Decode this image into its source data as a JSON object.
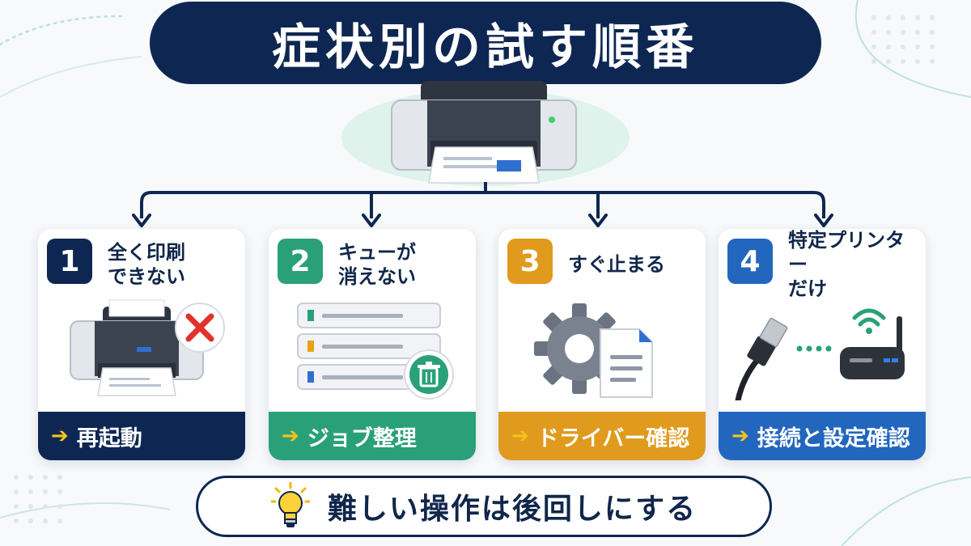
{
  "title": "症状別の試す順番",
  "colors": {
    "navy": "#0e2752",
    "green": "#2aa079",
    "orange": "#e09a1d",
    "blue": "#2366bd",
    "arrow_yellow": "#f5c31a"
  },
  "hero": {
    "icon": "printer-icon"
  },
  "steps": [
    {
      "number": "1",
      "symptom": "全く印刷\nできない",
      "action": "再起動",
      "icon": "printer-error-icon"
    },
    {
      "number": "2",
      "symptom": "キューが\n消えない",
      "action": "ジョブ整理",
      "icon": "queue-delete-icon"
    },
    {
      "number": "3",
      "symptom": "すぐ止まる",
      "action": "ドライバー確認",
      "icon": "gear-document-icon"
    },
    {
      "number": "4",
      "symptom": "特定プリンター\nだけ",
      "action": "接続と設定確認",
      "icon": "usb-router-icon"
    }
  ],
  "action_arrow": "➔",
  "tip": {
    "icon": "lightbulb-icon",
    "text": "難しい操作は後回しにする"
  }
}
